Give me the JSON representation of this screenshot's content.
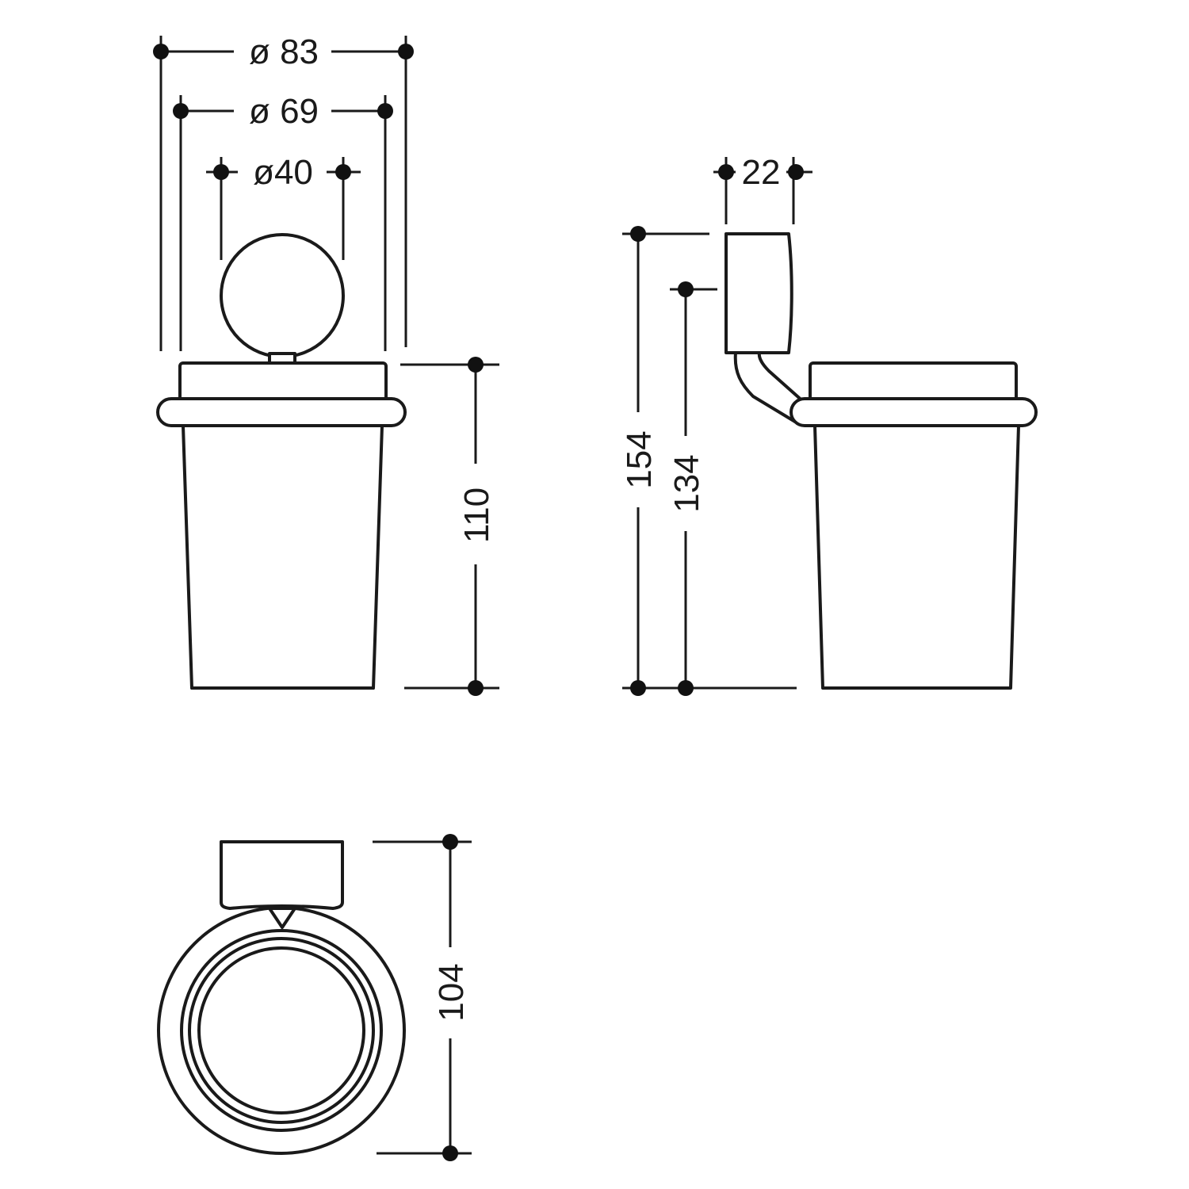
{
  "drawing": {
    "front_view": {
      "dim_outer_diameter": "ø 83",
      "dim_ring_diameter": "ø 69",
      "dim_knob_diameter": "ø40",
      "dim_height": "110"
    },
    "side_view": {
      "dim_bracket_width": "22",
      "dim_total_height": "154",
      "dim_mount_height": "134"
    },
    "top_view": {
      "dim_depth": "104"
    },
    "line_color": "#1a1a1a"
  }
}
